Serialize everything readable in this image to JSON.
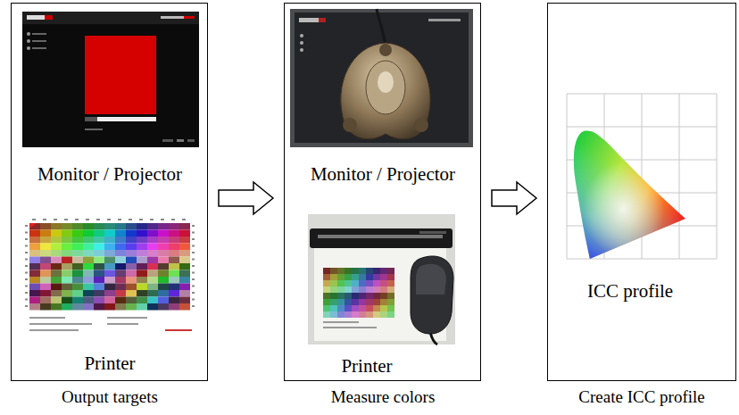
{
  "diagram": {
    "nodes": [
      {
        "text": [
          "Monitor / Projector",
          "Printer",
          "Output targets"
        ]
      },
      {
        "text": [
          "Monitor / Projector",
          "Printer",
          "Measure colors"
        ]
      },
      {
        "text": [
          "ICC profile",
          "Create ICC profile"
        ]
      }
    ],
    "edges": [
      {
        "from": 0,
        "to": 1,
        "arrow": "to"
      },
      {
        "from": 1,
        "to": 2,
        "arrow": "to"
      }
    ]
  }
}
